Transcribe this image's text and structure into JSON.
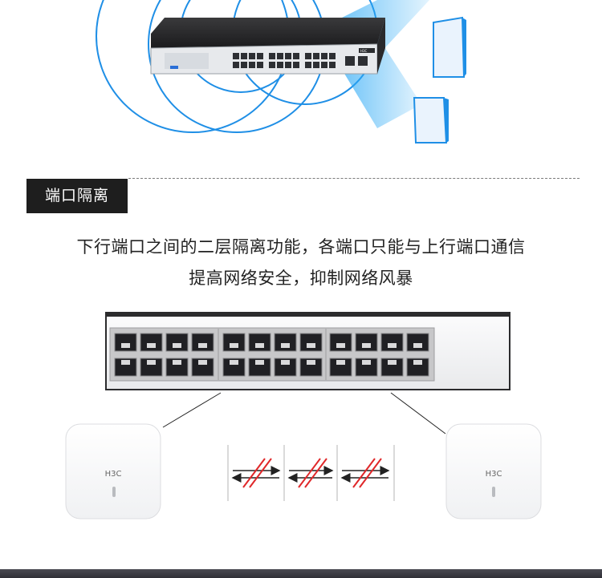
{
  "section": {
    "tag": "端口隔离",
    "line1": "下行端口之间的二层隔离功能，各端口只能与上行端口通信",
    "line2": "提高网络安全，抑制网络风暴"
  },
  "ap_left": {
    "brand": "H3C"
  },
  "ap_right": {
    "brand": "H3C"
  },
  "switch_top": {
    "brand": "H3C"
  },
  "colors": {
    "wifi_blue": "#1f8fe6",
    "beam_blue": "#2aa8f5",
    "block_red": "#e0282a",
    "tag_bg": "#1e1e1e"
  },
  "icons": [
    "wifi-circle-icon",
    "laptop-icon",
    "access-point-icon",
    "blocked-link-icon",
    "ethernet-port-icon"
  ]
}
